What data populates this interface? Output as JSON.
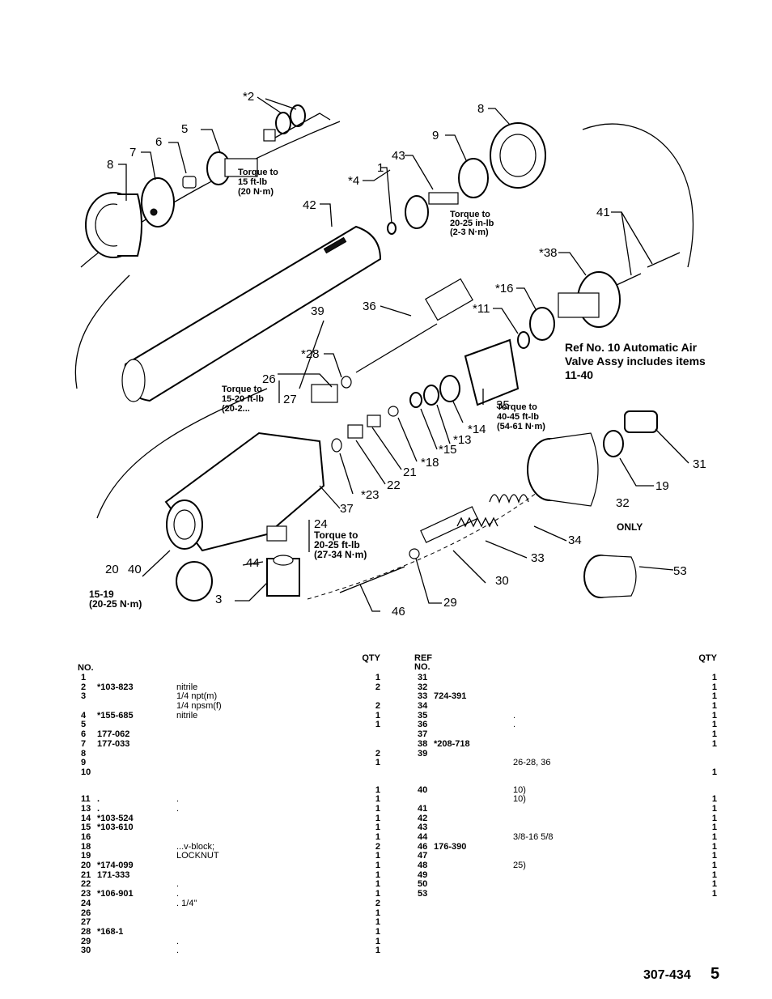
{
  "diagram": {
    "callouts": [
      "*2",
      "5",
      "6",
      "7",
      "8",
      "8",
      "9",
      "43",
      "1",
      "*4",
      "42",
      "41",
      "*38",
      "*16",
      "*11",
      "36",
      "39",
      "*28",
      "26",
      "27",
      "35",
      "*14",
      "*13",
      "*15",
      "*18",
      "21",
      "22",
      "*23",
      "37",
      "31",
      "19",
      "32",
      "34",
      "33",
      "30",
      "29",
      "46",
      "53",
      "20",
      "40",
      "44",
      "3",
      "24"
    ],
    "torque_labels": [
      {
        "lines": [
          "Torque to",
          "15 ft-lb",
          "(20 N·m)"
        ]
      },
      {
        "lines": [
          "Torque to",
          "20-25 in-lb",
          "(2-3 N·m)"
        ]
      },
      {
        "lines": [
          "Torque to",
          "15-20 ft-lb",
          "(20-2..."
        ]
      },
      {
        "lines": [
          "Torque to",
          "40-45 ft-lb",
          "(54-61 N·m)"
        ]
      },
      {
        "lines": [
          "Torque to",
          "20-25 ft-lb",
          "(27-34 N·m)"
        ]
      },
      {
        "lines": [
          "15-19",
          "(20-25 N·m)"
        ]
      }
    ],
    "ref_note": [
      "Ref No. 10 Automatic Air",
      "Valve Assy includes items",
      "11-40"
    ],
    "only_label": "ONLY"
  },
  "parts_table": {
    "left": {
      "header": {
        "ref": "NO.",
        "qty": "QTY"
      },
      "rows": [
        {
          "ref": "1",
          "pn": "",
          "desc": "",
          "qty": "1"
        },
        {
          "ref": "2",
          "pn": "*103-823",
          "desc": "nitrile",
          "qty": "2"
        },
        {
          "ref": "3",
          "pn": "",
          "desc": "1/4 npt(m)",
          "qty": ""
        },
        {
          "ref": "",
          "pn": "",
          "desc": "1/4 npsm(f)",
          "qty": "2"
        },
        {
          "ref": "4",
          "pn": "*155-685",
          "desc": "nitrile",
          "qty": "1"
        },
        {
          "ref": "5",
          "pn": "",
          "desc": "",
          "qty": "1"
        },
        {
          "ref": "6",
          "pn": "177-062",
          "desc": "",
          "qty": ""
        },
        {
          "ref": "7",
          "pn": "177-033",
          "desc": "",
          "qty": ""
        },
        {
          "ref": "8",
          "pn": "",
          "desc": "",
          "qty": "2"
        },
        {
          "ref": "9",
          "pn": "",
          "desc": "",
          "qty": "1"
        },
        {
          "ref": "10",
          "pn": "",
          "desc": "",
          "qty": ""
        },
        {
          "ref": "",
          "pn": "",
          "desc": "",
          "qty": "1",
          "gap": true
        },
        {
          "ref": "11",
          "pn": ".",
          "desc": ".",
          "qty": "1"
        },
        {
          "ref": "13",
          "pn": ".",
          "desc": ".",
          "qty": "1"
        },
        {
          "ref": "14",
          "pn": "*103-524",
          "desc": "",
          "qty": "1"
        },
        {
          "ref": "15",
          "pn": "*103-610",
          "desc": "",
          "qty": "1"
        },
        {
          "ref": "16",
          "pn": "",
          "desc": "",
          "qty": "1"
        },
        {
          "ref": "18",
          "pn": "",
          "desc": "...v-block;",
          "qty": "2"
        },
        {
          "ref": "19",
          "pn": "",
          "desc": "LOCKNUT",
          "qty": "1"
        },
        {
          "ref": "20",
          "pn": "*174-099",
          "desc": "",
          "qty": "1"
        },
        {
          "ref": "21",
          "pn": "171-333",
          "desc": "",
          "qty": "1"
        },
        {
          "ref": "22",
          "pn": "",
          "desc": ".",
          "qty": "1"
        },
        {
          "ref": "23",
          "pn": "*106-901",
          "desc": ".",
          "qty": "1"
        },
        {
          "ref": "24",
          "pn": "",
          "desc": ".                1/4\"",
          "qty": "2"
        },
        {
          "ref": "26",
          "pn": "",
          "desc": "",
          "qty": "1"
        },
        {
          "ref": "27",
          "pn": "",
          "desc": "",
          "qty": "1"
        },
        {
          "ref": "28",
          "pn": "*168-1",
          "desc": "",
          "qty": "1"
        },
        {
          "ref": "29",
          "pn": "",
          "desc": ".",
          "qty": "1"
        },
        {
          "ref": "30",
          "pn": "",
          "desc": ".",
          "qty": "1"
        }
      ]
    },
    "right": {
      "header": {
        "ref": "REF NO.",
        "qty": "QTY"
      },
      "rows": [
        {
          "ref": "31",
          "pn": "",
          "desc": "",
          "qty": "1"
        },
        {
          "ref": "32",
          "pn": "",
          "desc": "",
          "qty": "1"
        },
        {
          "ref": "33",
          "pn": "724-391",
          "desc": "",
          "qty": "1"
        },
        {
          "ref": "34",
          "pn": "",
          "desc": "",
          "qty": "1"
        },
        {
          "ref": "35",
          "pn": "",
          "desc": ".",
          "qty": "1"
        },
        {
          "ref": "36",
          "pn": "",
          "desc": ".",
          "qty": "1"
        },
        {
          "ref": "37",
          "pn": "",
          "desc": "",
          "qty": "1"
        },
        {
          "ref": "38",
          "pn": "*208-718",
          "desc": "",
          "qty": "1"
        },
        {
          "ref": "39",
          "pn": "",
          "desc": "",
          "qty": ""
        },
        {
          "ref": "",
          "pn": "",
          "desc": "26-28, 36",
          "qty": ""
        },
        {
          "ref": "",
          "pn": "",
          "desc": "",
          "qty": "1"
        },
        {
          "ref": "40",
          "pn": "",
          "desc": "10)",
          "qty": "",
          "gap": true
        },
        {
          "ref": "",
          "pn": "",
          "desc": "10)",
          "qty": "1"
        },
        {
          "ref": "41",
          "pn": "",
          "desc": "",
          "qty": "1"
        },
        {
          "ref": "42",
          "pn": "",
          "desc": "",
          "qty": "1"
        },
        {
          "ref": "43",
          "pn": "",
          "desc": "",
          "qty": "1"
        },
        {
          "ref": "44",
          "pn": "",
          "desc": "3/8-16   5/8",
          "qty": "1"
        },
        {
          "ref": "46",
          "pn": "176-390",
          "desc": "",
          "qty": "1"
        },
        {
          "ref": "47",
          "pn": "",
          "desc": "",
          "qty": "1"
        },
        {
          "ref": "48",
          "pn": "",
          "desc": "25)",
          "qty": "1"
        },
        {
          "ref": "49",
          "pn": "",
          "desc": "",
          "qty": "1"
        },
        {
          "ref": "50",
          "pn": "",
          "desc": "",
          "qty": "1"
        },
        {
          "ref": "53",
          "pn": "",
          "desc": "",
          "qty": "1"
        }
      ]
    }
  },
  "footer": {
    "doc_number": "307-434",
    "page_number": "5"
  }
}
